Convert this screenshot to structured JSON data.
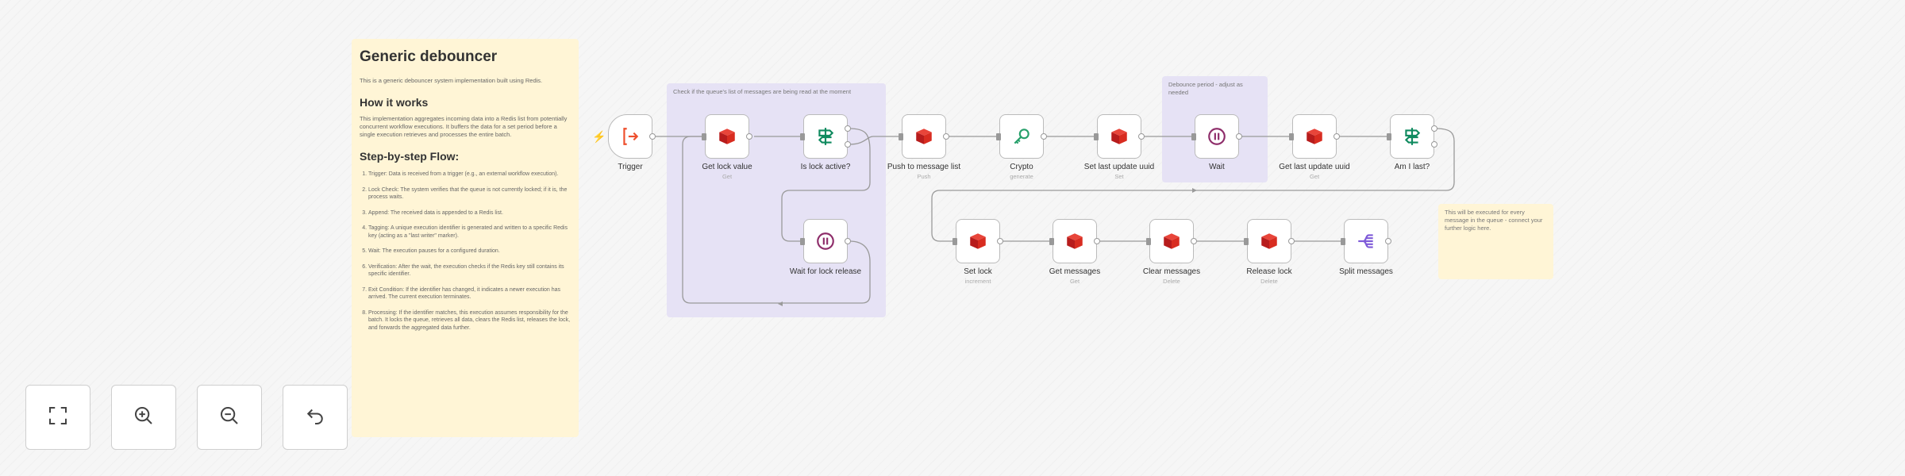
{
  "colors": {
    "redis": "#d82c20",
    "if_green": "#0f8a5f",
    "wait_purple": "#8e2d6a",
    "trigger_orange": "#ee4f2d",
    "code_green": "#27a06b",
    "split_purple": "#7e5ad8"
  },
  "sticky_main": {
    "title": "Generic debouncer",
    "intro": "This is a generic debouncer system implementation built using Redis.",
    "how_heading": "How it works",
    "how_text": "This implementation aggregates incoming data into a Redis list from potentially concurrent workflow executions. It buffers the data for a set period before a single execution retrieves and processes the entire batch.",
    "steps_heading": "Step-by-step Flow:",
    "steps": [
      "Trigger: Data is received from a trigger (e.g., an external workflow execution).",
      "Lock Check: The system verifies that the queue is not currently locked; if it is, the process waits.",
      "Append: The received data is appended to a Redis list.",
      "Tagging: A unique execution identifier is generated and written to a specific Redis key (acting as a \"last writer\" marker).",
      "Wait: The execution pauses for a configured duration.",
      "Verification: After the wait, the execution checks if the Redis key still contains its specific identifier.",
      "Exit Condition: If the identifier has changed, it indicates a newer execution has arrived. The current execution terminates.",
      "Processing: If the identifier matches, this execution assumes responsibility for the batch. It locks the queue, retrieves all data, clears the Redis list, releases the lock, and forwards the aggregated data further."
    ]
  },
  "sticky_group1": {
    "text": "Check if the queue's list of messages are being read at the moment"
  },
  "sticky_group2": {
    "text": "Debounce period - adjust as needed"
  },
  "sticky_side": {
    "text": "This will be executed for every message in the queue - connect your further logic here."
  },
  "nodes": {
    "trigger": {
      "label": "Trigger",
      "sub": "",
      "icon": "sign-in-icon"
    },
    "get_lock_value": {
      "label": "Get lock value",
      "sub": "Get",
      "icon": "redis-icon"
    },
    "is_lock_active": {
      "label": "Is lock active?",
      "sub": "",
      "icon": "if-signpost-icon"
    },
    "wait_for_lock_release": {
      "label": "Wait for lock release",
      "sub": "",
      "icon": "pause-icon"
    },
    "push_to_message_list": {
      "label": "Push to message list",
      "sub": "Push",
      "icon": "redis-icon"
    },
    "crypto": {
      "label": "Crypto",
      "sub": "generate",
      "icon": "key-icon"
    },
    "set_last_update_uuid": {
      "label": "Set last update uuid",
      "sub": "Set",
      "icon": "redis-icon"
    },
    "wait": {
      "label": "Wait",
      "sub": "",
      "icon": "pause-icon"
    },
    "get_last_update_uuid": {
      "label": "Get last update uuid",
      "sub": "Get",
      "icon": "redis-icon"
    },
    "am_i_last": {
      "label": "Am I last?",
      "sub": "",
      "icon": "if-signpost-icon"
    },
    "set_lock": {
      "label": "Set lock",
      "sub": "increment",
      "icon": "redis-icon"
    },
    "get_messages": {
      "label": "Get messages",
      "sub": "Get",
      "icon": "redis-icon"
    },
    "clear_messages": {
      "label": "Clear messages",
      "sub": "Delete",
      "icon": "redis-icon"
    },
    "release_lock": {
      "label": "Release lock",
      "sub": "Delete",
      "icon": "redis-icon"
    },
    "split_messages": {
      "label": "Split messages",
      "sub": "",
      "icon": "split-out-icon"
    }
  },
  "toolbar": {
    "fit_view": "fit-view-icon",
    "zoom_in": "zoom-in-icon",
    "zoom_out": "zoom-out-icon",
    "reset": "undo-icon"
  }
}
